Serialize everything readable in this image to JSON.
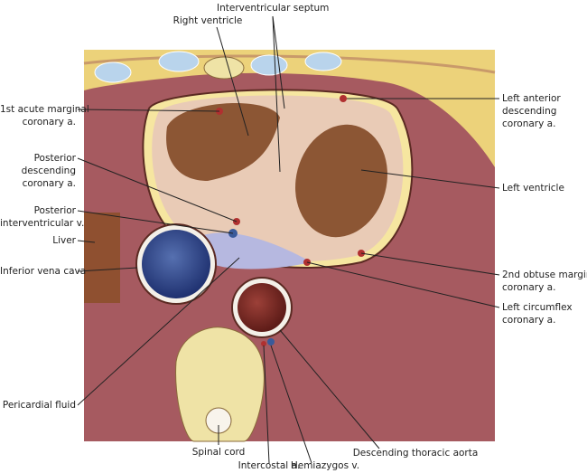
{
  "labels": {
    "interventricular_septum": "Interventricular septum",
    "right_ventricle": "Right ventricle",
    "first_acute_marginal": [
      "1st acute marginal",
      "coronary a."
    ],
    "left_anterior_descending": [
      "Left anterior",
      "descending",
      "coronary a."
    ],
    "posterior_descending": [
      "Posterior",
      "descending",
      "coronary a."
    ],
    "left_ventricle": "Left ventricle",
    "posterior_interventricular": [
      "Posterior",
      "interventricular v."
    ],
    "liver": "Liver",
    "inferior_vena_cava": "Inferior vena cava",
    "second_obtuse_marginal": [
      "2nd obtuse marginal",
      "coronary a."
    ],
    "left_circumflex": [
      "Left circumflex",
      "coronary a."
    ],
    "pericardial_fluid": "Pericardial fluid",
    "spinal_cord": "Spinal cord",
    "intercostal": "Intercostal a.",
    "hemiazygos": "Hemiazygos v.",
    "descending_aorta": "Descending thoracic aorta"
  },
  "colors": {
    "lung": "#a65a60",
    "fat": "#ecd27a",
    "heart": "#e9cbb6",
    "cavity": "#8c5634",
    "ivc": "#2e4a8a",
    "aorta": "#7a2a26",
    "liver": "#8f5030",
    "bone": "#efe3a6"
  }
}
